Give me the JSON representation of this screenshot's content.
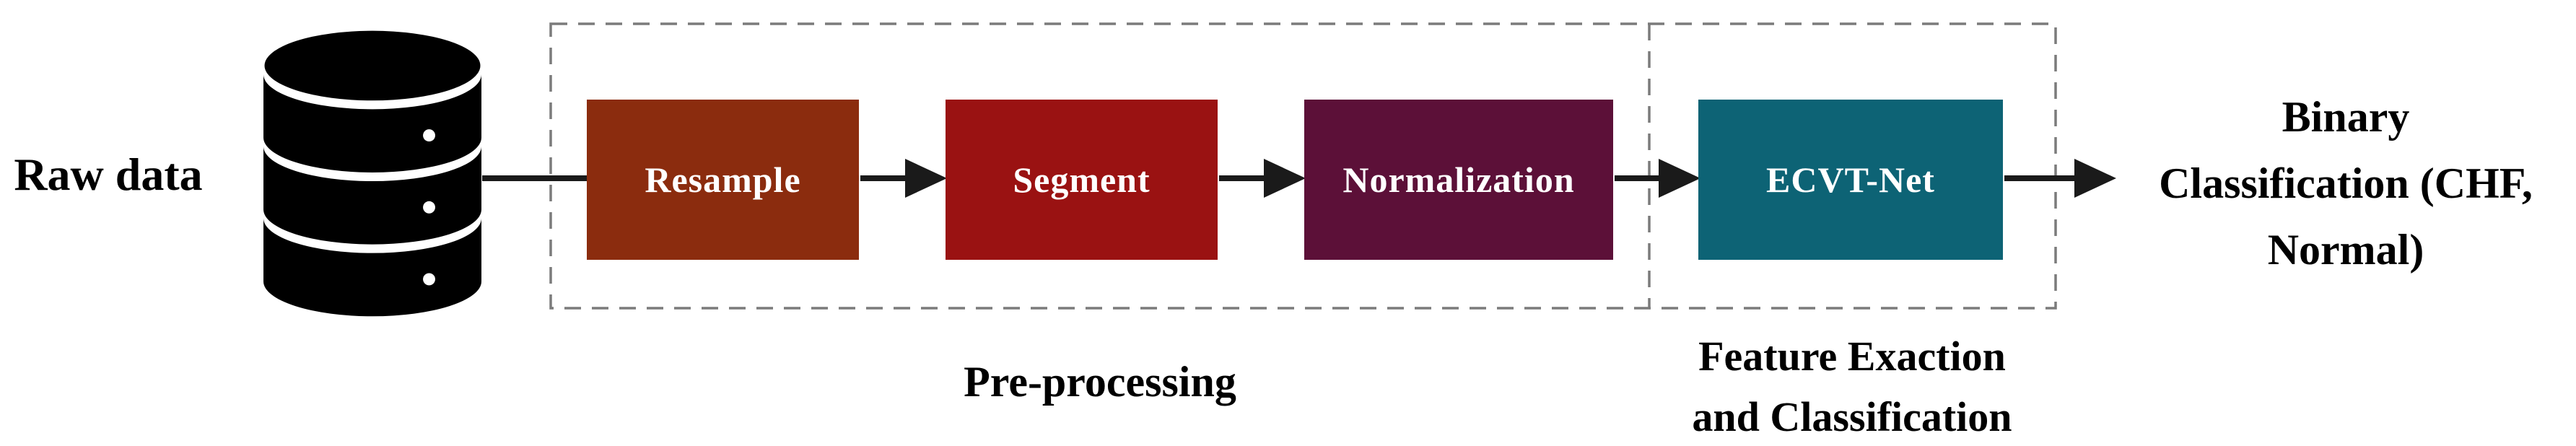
{
  "diagram": {
    "input": {
      "label": "Raw data",
      "icon": "database-icon"
    },
    "pipeline": {
      "boxes": [
        {
          "id": "resample",
          "label": "Resample",
          "color": "#8B2C0E"
        },
        {
          "id": "segment",
          "label": "Segment",
          "color": "#9A1212"
        },
        {
          "id": "normalization",
          "label": "Normalization",
          "color": "#5C1038"
        },
        {
          "id": "ecvt-net",
          "label": "ECVT-Net",
          "color": "#0D6375"
        }
      ],
      "box_text_color": "#ffffff"
    },
    "regions": [
      {
        "id": "pre-processing",
        "label": "Pre-processing"
      },
      {
        "id": "feature-extraction-classification",
        "label_lines": [
          "Feature Exaction",
          "and Classification"
        ]
      }
    ],
    "output": {
      "label": "Binary Classification (CHF, Normal)",
      "label_lines": [
        "Binary",
        "Classification (CHF,",
        "Normal)"
      ]
    },
    "styles": {
      "arrow_color": "#1a1a1a",
      "dash_border_color": "#7b7b7b",
      "icon_color": "#000000",
      "label_color": "#000000"
    }
  }
}
